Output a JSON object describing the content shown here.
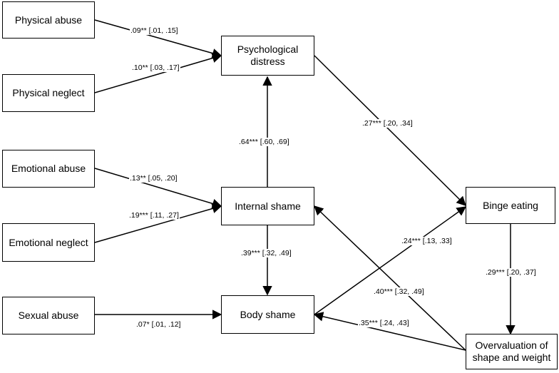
{
  "nodes": {
    "physical_abuse": "Physical abuse",
    "physical_neglect": "Physical neglect",
    "emotional_abuse": "Emotional abuse",
    "emotional_neglect": "Emotional neglect",
    "sexual_abuse": "Sexual abuse",
    "psychological_distress_line1": "Psychological",
    "psychological_distress_line2": "distress",
    "internal_shame": "Internal shame",
    "body_shame": "Body shame",
    "binge_eating": "Binge eating",
    "overvaluation_line1": "Overvaluation of",
    "overvaluation_line2": "shape and weight"
  },
  "paths": {
    "pa_to_pd": ".09** [.01, .15]",
    "pn_to_pd": ".10** [.03, .17]",
    "is_to_pd": ".64*** [.60, .69]",
    "pd_to_be": ".27*** [.20, .34]",
    "ea_to_is": ".13** [.05, .20]",
    "en_to_is": ".19*** [.11, .27]",
    "is_to_bs": ".39*** [.32, .49]",
    "bs_to_be": ".24*** [.13, .33]",
    "ov_to_is": ".40*** [.32, .49]",
    "sa_to_bs": ".07* [.01, .12]",
    "be_to_ov": ".29*** [.20, .37]",
    "ov_to_bs": ".35*** [.24, .43]"
  }
}
